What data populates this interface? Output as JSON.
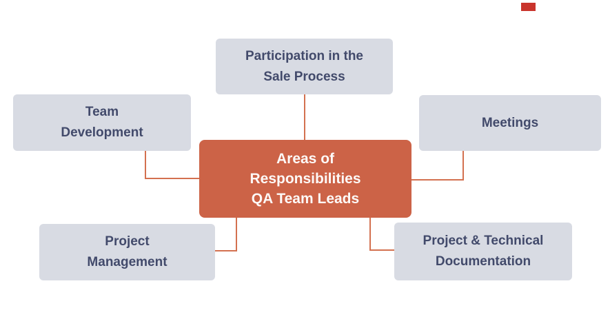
{
  "title": "Areas of Responsibilities QA Team Leads diagram",
  "colors": {
    "page-bg": "#ffffff",
    "center-fill": "#cc6347",
    "center-text": "#fdf9f7",
    "node-fill": "#d8dbe3",
    "node-text": "#424a6b",
    "connector": "#d3704f",
    "corner-mark": "#c9342c"
  },
  "center_node": {
    "lines": [
      "Areas of",
      "Responsibilities",
      "QA Team Leads"
    ]
  },
  "nodes": {
    "participation": {
      "lines": [
        "Participation in the",
        "Sale Process"
      ]
    },
    "team_development": {
      "lines": [
        "Team",
        "Development"
      ]
    },
    "meetings": {
      "lines": [
        "Meetings"
      ]
    },
    "project_management": {
      "lines": [
        "Project",
        "Management"
      ]
    },
    "documentation": {
      "lines": [
        "Project & Technical",
        "Documentation"
      ]
    }
  }
}
